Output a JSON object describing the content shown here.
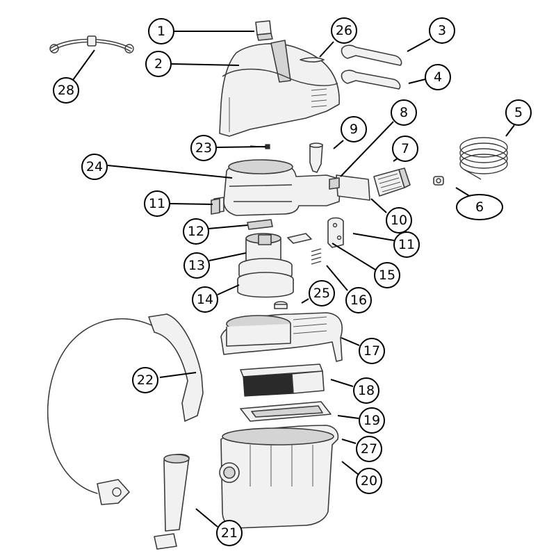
{
  "callouts": [
    {
      "label": "1"
    },
    {
      "label": "2"
    },
    {
      "label": "3"
    },
    {
      "label": "4"
    },
    {
      "label": "5"
    },
    {
      "label": "6"
    },
    {
      "label": "7"
    },
    {
      "label": "8"
    },
    {
      "label": "9"
    },
    {
      "label": "10"
    },
    {
      "label": "11"
    },
    {
      "label": "11"
    },
    {
      "label": "12"
    },
    {
      "label": "13"
    },
    {
      "label": "14"
    },
    {
      "label": "15"
    },
    {
      "label": "16"
    },
    {
      "label": "17"
    },
    {
      "label": "18"
    },
    {
      "label": "19"
    },
    {
      "label": "20"
    },
    {
      "label": "21"
    },
    {
      "label": "22"
    },
    {
      "label": "23"
    },
    {
      "label": "24"
    },
    {
      "label": "25"
    },
    {
      "label": "26"
    },
    {
      "label": "27"
    },
    {
      "label": "28"
    }
  ]
}
